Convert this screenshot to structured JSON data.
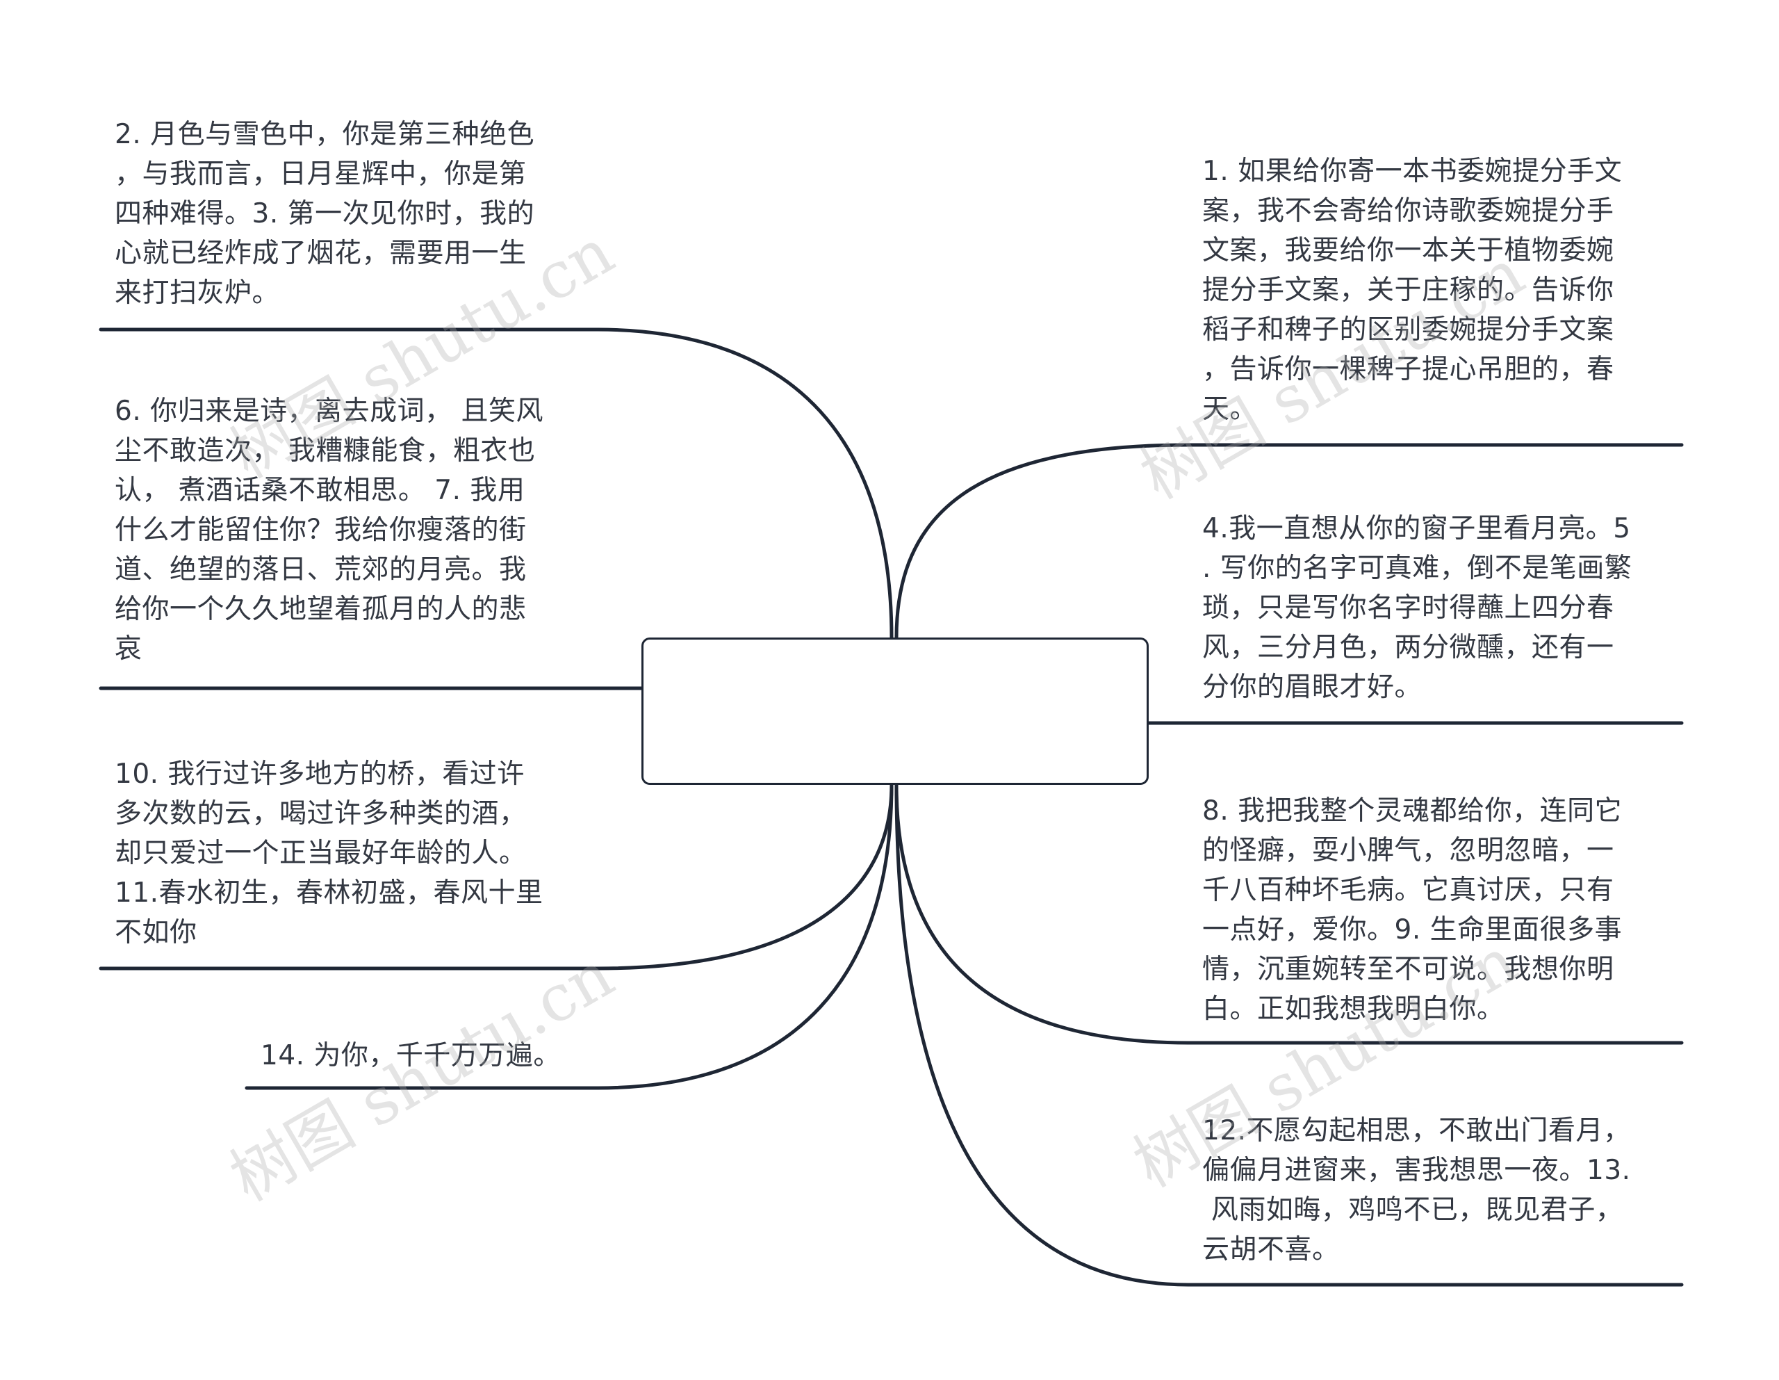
{
  "colors": {
    "line": "#1e2634",
    "text": "#333842",
    "watermark": "#aaaaaa"
  },
  "root": {
    "label": ""
  },
  "branches": {
    "b1": {
      "text": "1. 如果给你寄一本书委婉提分手文\n案，我不会寄给你诗歌委婉提分手\n文案，我要给你一本关于植物委婉\n提分手文案，关于庄稼的。告诉你\n稻子和稗子的区别委婉提分手文案\n，告诉你一棵稗子提心吊胆的，春\n天。"
    },
    "b2": {
      "text": "2. 月色与雪色中，你是第三种绝色\n，与我而言，日月星辉中，你是第\n四种难得。3. 第一次见你时，我的\n心就已经炸成了烟花，需要用一生\n来打扫灰炉。"
    },
    "b3": {
      "text": "4.我一直想从你的窗子里看月亮。5\n. 写你的名字可真难，倒不是笔画繁\n琐，只是写你名字时得蘸上四分春\n风，三分月色，两分微醺，还有一\n分你的眉眼才好。"
    },
    "b4": {
      "text": "6. 你归来是诗，离去成词， 且笑风\n尘不敢造次， 我糟糠能食，粗衣也\n认， 煮酒话桑不敢相思。 7. 我用\n什么才能留住你？我给你瘦落的街\n道、绝望的落日、荒郊的月亮。我\n给你一个久久地望着孤月的人的悲\n哀"
    },
    "b5": {
      "text": "8. 我把我整个灵魂都给你，连同它\n的怪癖，耍小脾气，忽明忽暗，一\n千八百种坏毛病。它真讨厌，只有\n一点好，爱你。9. 生命里面很多事\n情，沉重婉转至不可说。我想你明\n白。正如我想我明白你。"
    },
    "b6": {
      "text": "10. 我行过许多地方的桥，看过许\n多次数的云，喝过许多种类的酒，\n却只爱过一个正当最好年龄的人。\n11.春水初生，春林初盛，春风十里\n不如你"
    },
    "b7": {
      "text": "12.不愿勾起相思，不敢出门看月，\n偏偏月进窗来，害我想思一夜。13.\n 风雨如晦，鸡鸣不已，既见君子，\n云胡不喜。"
    },
    "b8": {
      "text": "14. 为你，千千万万遍。"
    }
  },
  "watermark": {
    "text": "树图 shutu.cn"
  }
}
